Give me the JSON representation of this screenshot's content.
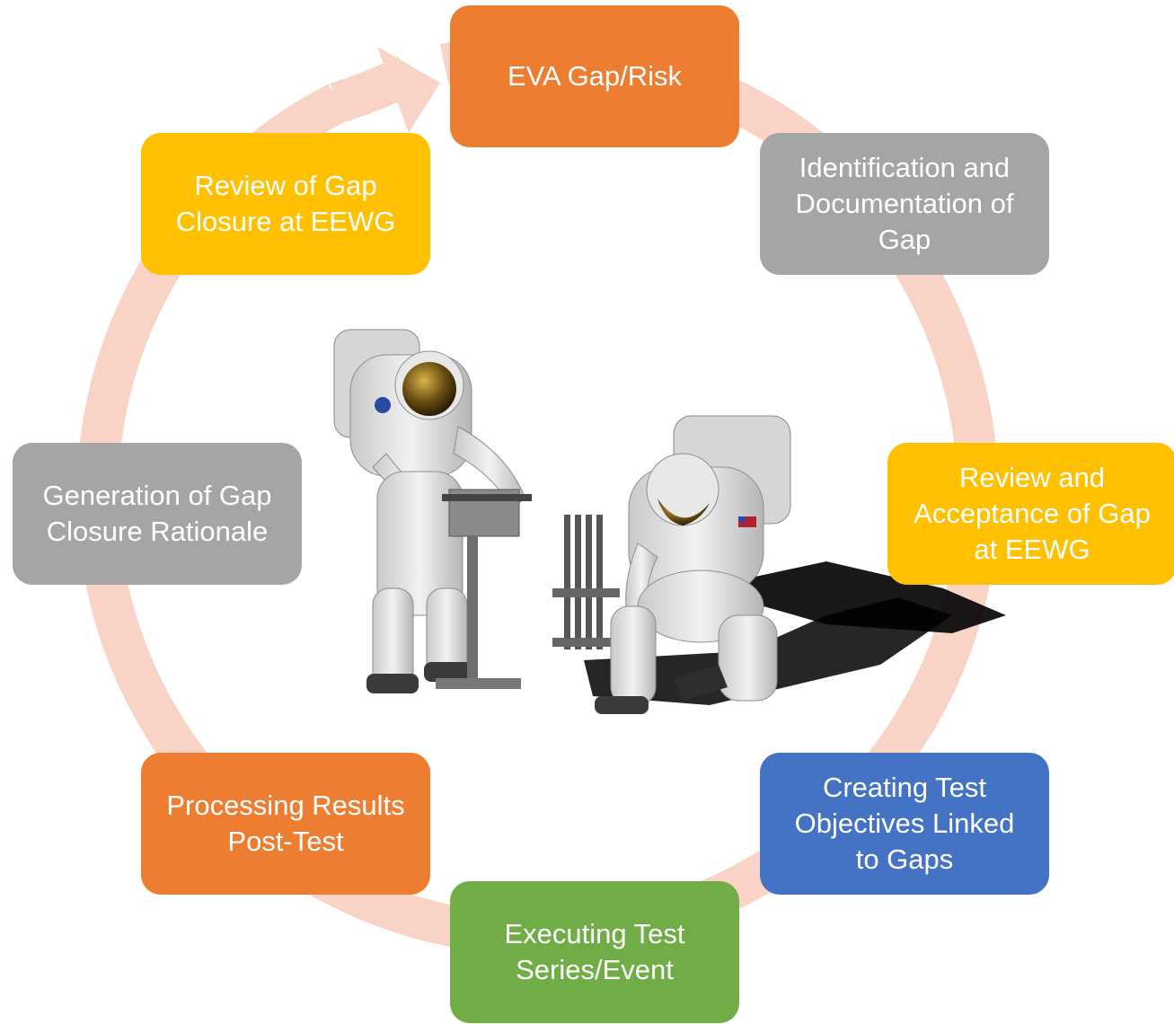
{
  "cycle": {
    "ring_color": "#F8D3C6",
    "steps": [
      {
        "label": "EVA Gap/Risk",
        "color": "#ED7D31"
      },
      {
        "label": "Identification and\nDocumentation of\nGap",
        "color": "#A5A5A5"
      },
      {
        "label": "Review and\nAcceptance of Gap\nat EEWG",
        "color": "#FFC000"
      },
      {
        "label": "Creating Test\nObjectives Linked\nto Gaps",
        "color": "#4472C4"
      },
      {
        "label": "Executing Test\nSeries/Event",
        "color": "#70AD47"
      },
      {
        "label": "Processing Results\nPost-Test",
        "color": "#ED7D31"
      },
      {
        "label": "Generation of Gap\nClosure Rationale",
        "color": "#A5A5A5"
      },
      {
        "label": "Review of Gap\nClosure at EEWG",
        "color": "#FFC000"
      }
    ]
  },
  "illustration": {
    "icon": "astronauts-on-lunar-surface-illustration"
  }
}
